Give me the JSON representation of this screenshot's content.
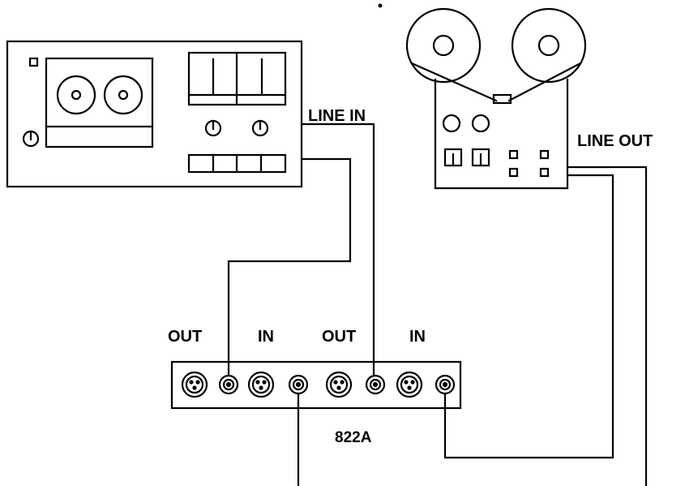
{
  "labels": {
    "line_in": "LINE IN",
    "line_out": "LINE OUT",
    "out_1": "OUT",
    "in_1": "IN",
    "out_2": "OUT",
    "in_2": "IN",
    "model": "822A"
  },
  "colors": {
    "ink": "#000000",
    "background": "#ffffff"
  },
  "devices": [
    {
      "name": "cassette-deck",
      "kind": "cassette tape deck"
    },
    {
      "name": "reel-to-reel-recorder",
      "kind": "open reel tape recorder"
    },
    {
      "name": "interface-unit",
      "kind": "connector panel"
    }
  ]
}
